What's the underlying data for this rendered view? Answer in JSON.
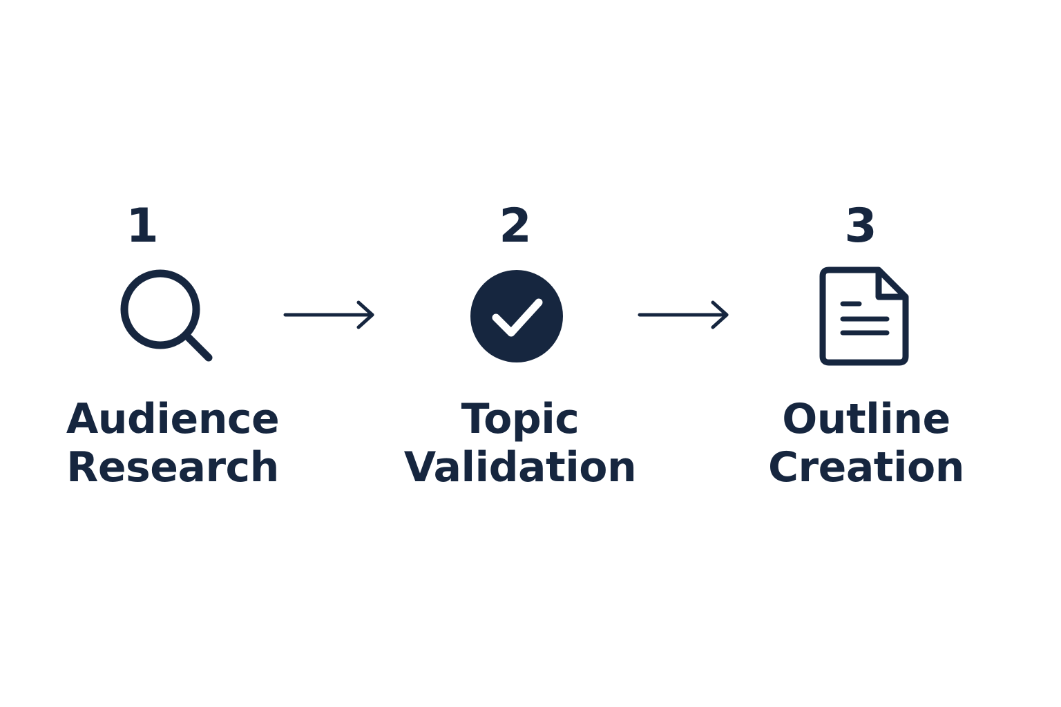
{
  "colors": {
    "ink": "#16263f",
    "background": "#ffffff"
  },
  "steps": [
    {
      "number": "1",
      "label_line1": "Audience",
      "label_line2": "Research",
      "icon": "magnifier-icon"
    },
    {
      "number": "2",
      "label_line1": "Topic",
      "label_line2": "Validation",
      "icon": "checkmark-circle-icon"
    },
    {
      "number": "3",
      "label_line1": "Outline",
      "label_line2": "Creation",
      "icon": "document-icon"
    }
  ],
  "connectors": [
    {
      "icon": "arrow-right-icon"
    },
    {
      "icon": "arrow-right-icon"
    }
  ]
}
